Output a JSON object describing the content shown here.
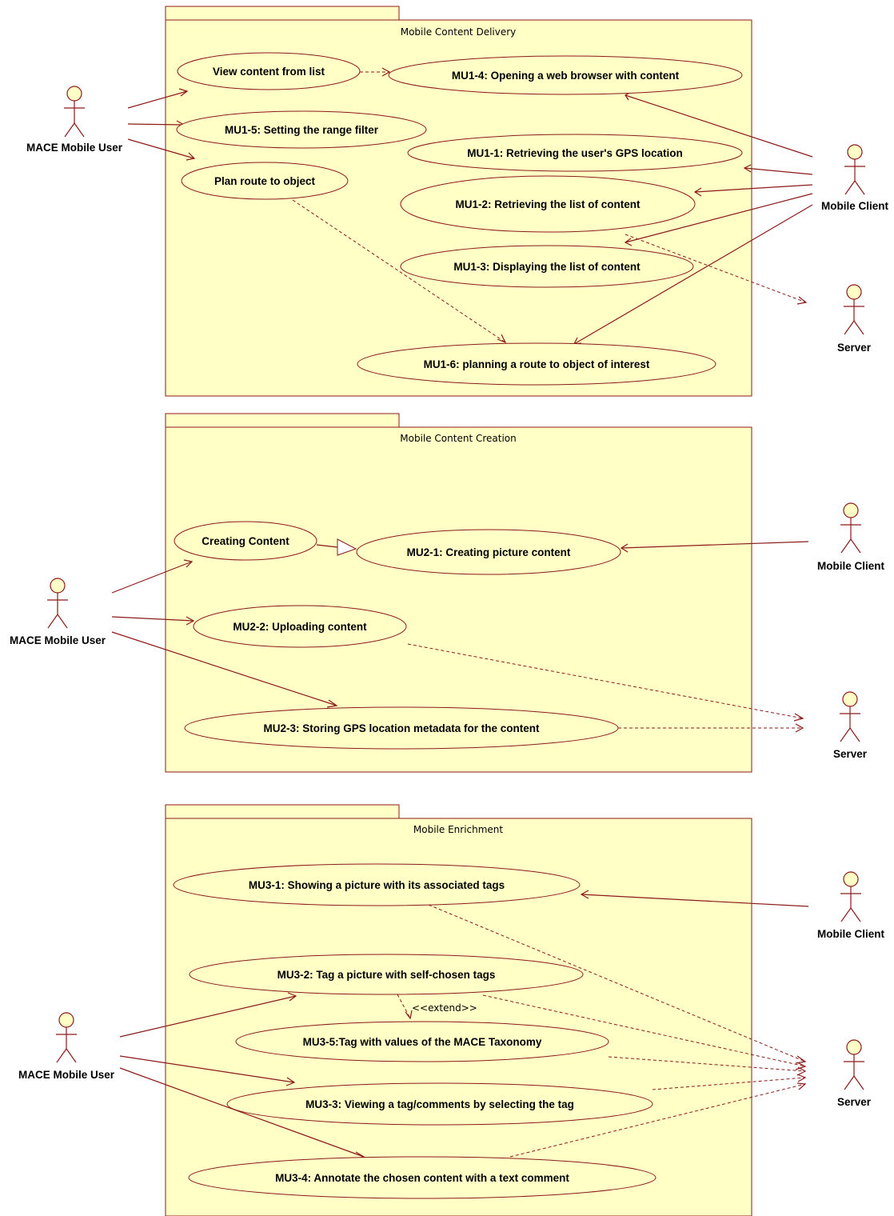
{
  "packages": [
    {
      "title": "Mobile Content Delivery",
      "actors": [
        "MACE Mobile User",
        "Mobile Client",
        "Server"
      ],
      "use_cases": [
        "View content from list",
        "MU1-4: Opening a web browser with content",
        "MU1-5: Setting the range filter",
        "MU1-1: Retrieving the user's GPS location",
        "Plan route to object",
        "MU1-2: Retrieving the list of content",
        "MU1-3: Displaying the list of content",
        "MU1-6: planning a route to object of interest"
      ]
    },
    {
      "title": "Mobile Content Creation",
      "actors": [
        "MACE Mobile User",
        "Mobile Client",
        "Server"
      ],
      "use_cases": [
        "Creating Content",
        "MU2-1: Creating picture content",
        "MU2-2: Uploading content",
        "MU2-3: Storing GPS location metadata for the content"
      ]
    },
    {
      "title": "Mobile Enrichment",
      "actors": [
        "MACE Mobile User",
        "Mobile Client",
        "Server"
      ],
      "use_cases": [
        "MU3-1: Showing a picture with its associated tags",
        "MU3-2: Tag a picture with self-chosen tags",
        "MU3-5:Tag with values of the MACE Taxonomy",
        "MU3-3: Viewing a tag/comments by selecting the tag",
        "MU3-4: Annotate the chosen content with a text comment"
      ],
      "stereotype": "<<extend>>"
    }
  ],
  "colors": {
    "fill": "#ffffc6",
    "stroke": "#8b1a1a"
  }
}
